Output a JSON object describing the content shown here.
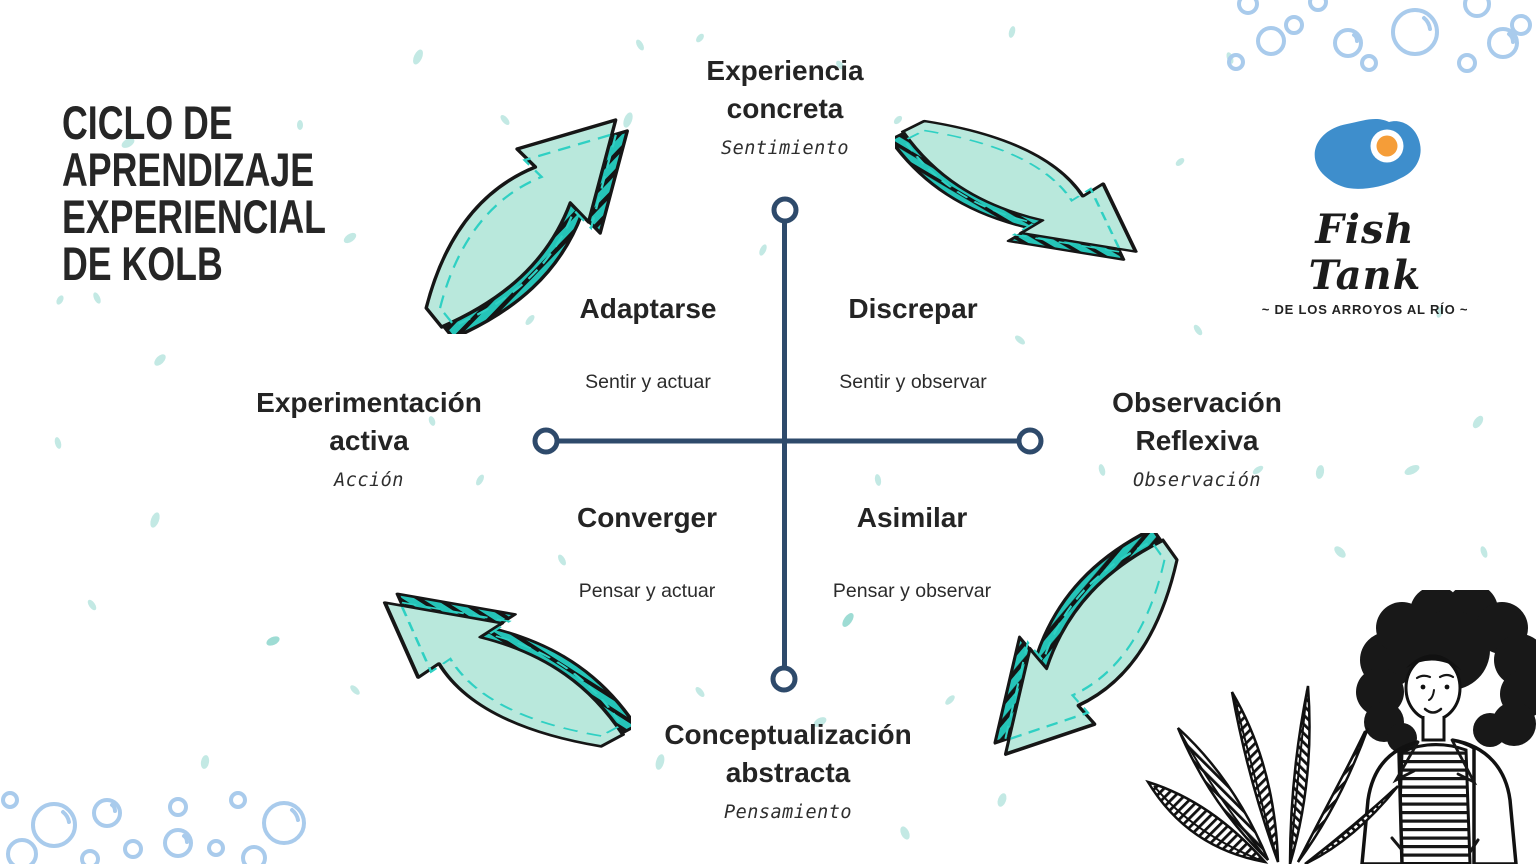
{
  "page_title": "Ciclo de aprendizaje experiencial de Kolb",
  "title": {
    "lines": [
      "CICLO DE",
      "APRENDIZAJE",
      "EXPERIENCIAL",
      "DE KOLB"
    ]
  },
  "cycle": {
    "top": {
      "name": "Experiencia\nconcreta",
      "mode": "Sentimiento"
    },
    "right": {
      "name": "Observación\nReflexiva",
      "mode": "Observación"
    },
    "bottom": {
      "name": "Conceptualización\nabstracta",
      "mode": "Pensamiento"
    },
    "left": {
      "name": "Experimentación\nactiva",
      "mode": "Acción"
    }
  },
  "quadrants": [
    {
      "name": "Adaptarse",
      "desc": "Sentir y actuar"
    },
    {
      "name": "Discrepar",
      "desc": "Sentir y observar"
    },
    {
      "name": "Converger",
      "desc": "Pensar y actuar"
    },
    {
      "name": "Asimilar",
      "desc": "Pensar y observar"
    }
  ],
  "logo": {
    "brand": "Fish Tank",
    "tagline": "~ DE LOS ARROYOS AL RÍO ~"
  },
  "colors": {
    "arrow_mint": "#b9e8dc",
    "arrow_teal": "#25c4b8",
    "arrow_outline": "#161616",
    "axis_navy": "#2e4a6b",
    "bubble_blue": "#a9cbec",
    "speck_teal": "#c3e9e4",
    "text_black": "#242424",
    "logo_blue": "#3e8ecc",
    "logo_orange": "#f59d38"
  },
  "icons": {
    "fish-logo-icon": "blue fish blob with white-and-orange eye",
    "cycle-arrow-icon": "hand-drawn teal 3D curved arrow with hatched edge",
    "axes-cross": "navy cross axes with open circle endpoints",
    "bubbles": "light blue outlined bubbles in corners",
    "specks": "scattered small teal droplets",
    "person-plant-illustration": "line-art woman with curly hair, striped shirt and jacket beside a fern plant"
  }
}
